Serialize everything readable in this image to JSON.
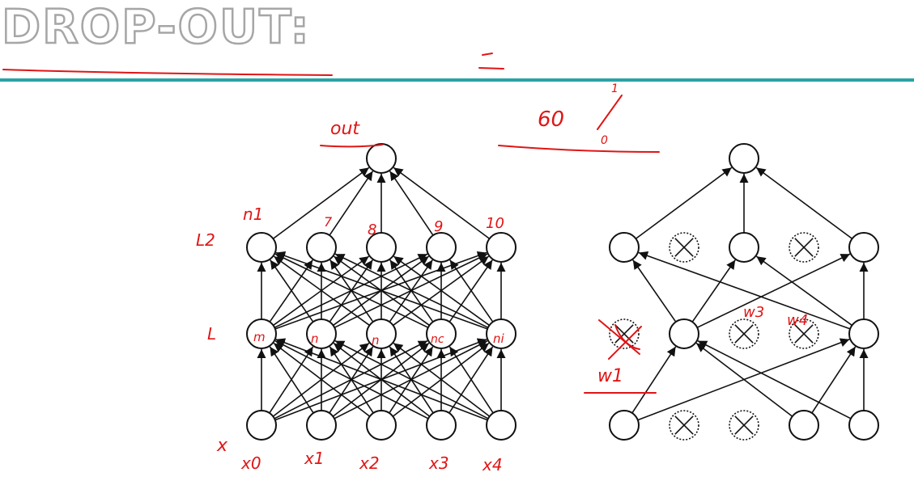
{
  "slide": {
    "title": "DROP-OUT:",
    "accent_color": "#2aa3a6",
    "ink_color": "#e01515"
  },
  "annotations": {
    "out": "out",
    "ratio_top": "60",
    "ratio_super": "1",
    "ratio_bottom": "0",
    "n1": "n1",
    "layer2": "L2",
    "layer1": "L",
    "label_7": "7",
    "label_8": "8",
    "label_9": "9",
    "label_10": "10",
    "n_l1_0": "m",
    "n_l1_1": "n",
    "n_l1_2": "n",
    "n_l1_3": "nc",
    "n_l1_4": "ni",
    "input_mark": "x",
    "x0": "x0",
    "x1": "x1",
    "x2": "x2",
    "x3": "x3",
    "x4": "x4",
    "w3": "w3",
    "w4": "w4",
    "w1": "w1"
  }
}
